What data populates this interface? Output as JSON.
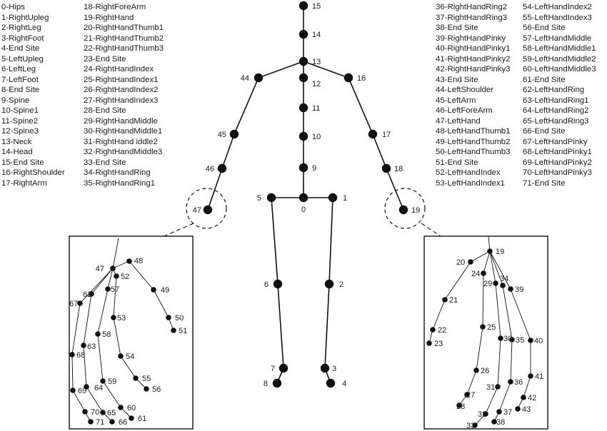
{
  "legend": {
    "col1": [
      "0-Hips",
      "1-RightUpleg",
      "2-RightLeg",
      "3-RightFoot",
      "4-End Site",
      "5-LeftUpleg",
      "6-LeftLeg",
      "7-LeftFoot",
      "8-End Site",
      "9-Spine",
      "10-Spine1",
      "11-Spine2",
      "12-Spine3",
      "13-Neck",
      "14-Head",
      "15-End Site",
      "16-RightShoulder",
      "17-RightArm"
    ],
    "col2": [
      "18-RightForeArm",
      "19-RightHand",
      "20-RightHandThumb1",
      "21-RightHandThumb2",
      "22-RightHandThumb3",
      "23-End Site",
      "24-RightHandIndex",
      "25-RightHandIndex1",
      "26-RightHandIndex2",
      "27-RightHandIndex3",
      "28-End Site",
      "29-RightHandMiddle",
      "30-RightHandMiddle1",
      "31-RightHand iddle2",
      "32-RightHandMiddle3",
      "33-End Site",
      "34-RightHandRing",
      "35-RightHandRing1"
    ],
    "col3": [
      "36-RightHandRing2",
      "37-RightHandRing3",
      "38-End Site",
      "39-RightHandPinky",
      "40-RightHandPinky1",
      "41-RightHandPinky2",
      "42-RightHandPinky3",
      "43-End Site",
      "44-LeftShoulder",
      "45-LeftArm",
      "46-LeftForeArm",
      "47-LeftHand",
      "48-LeftHandThumb1",
      "49-LeftHandThumb2",
      "50-LeftHandThumb3",
      "51-End Site",
      "52-LeftHandIndex",
      "53-LeftHandIndex1"
    ],
    "col4": [
      "54-LeftHandIndex2",
      "55-LeftHandIndex3",
      "56-End Site",
      "57-LeftHandMiddle",
      "58-LeftHandMiddle1",
      "59-LeftHandMiddle2",
      "60-LeftHandMiddle3",
      "61-End Site",
      "62-LeftHandRing",
      "63-LeftHandRing1",
      "64-LeftHandRing2",
      "65-LeftHandRing3",
      "66-End Site",
      "67-LeftHandPinky",
      "68-LeftHandPinky1",
      "69-LeftHandPinky2",
      "70-LeftHandPinky3",
      "71-End Site"
    ]
  },
  "skeleton_labels": [
    "15",
    "14",
    "13",
    "12",
    "11",
    "10",
    "9",
    "0",
    "1",
    "2",
    "3",
    "4",
    "5",
    "6",
    "7",
    "8",
    "16",
    "17",
    "18",
    "19",
    "44",
    "45",
    "46",
    "47"
  ],
  "left_hand_labels": [
    "47",
    "48",
    "49",
    "50",
    "51",
    "52",
    "53",
    "54",
    "55",
    "56",
    "57",
    "58",
    "59",
    "60",
    "61",
    "62",
    "63",
    "64",
    "65",
    "66",
    "67",
    "68",
    "69",
    "70",
    "71"
  ],
  "right_hand_labels": [
    "19",
    "20",
    "21",
    "22",
    "23",
    "24",
    "25",
    "26",
    "27",
    "28",
    "29",
    "30",
    "31",
    "32",
    "33",
    "34",
    "35",
    "36",
    "37",
    "38",
    "39",
    "40",
    "41",
    "42",
    "43"
  ]
}
